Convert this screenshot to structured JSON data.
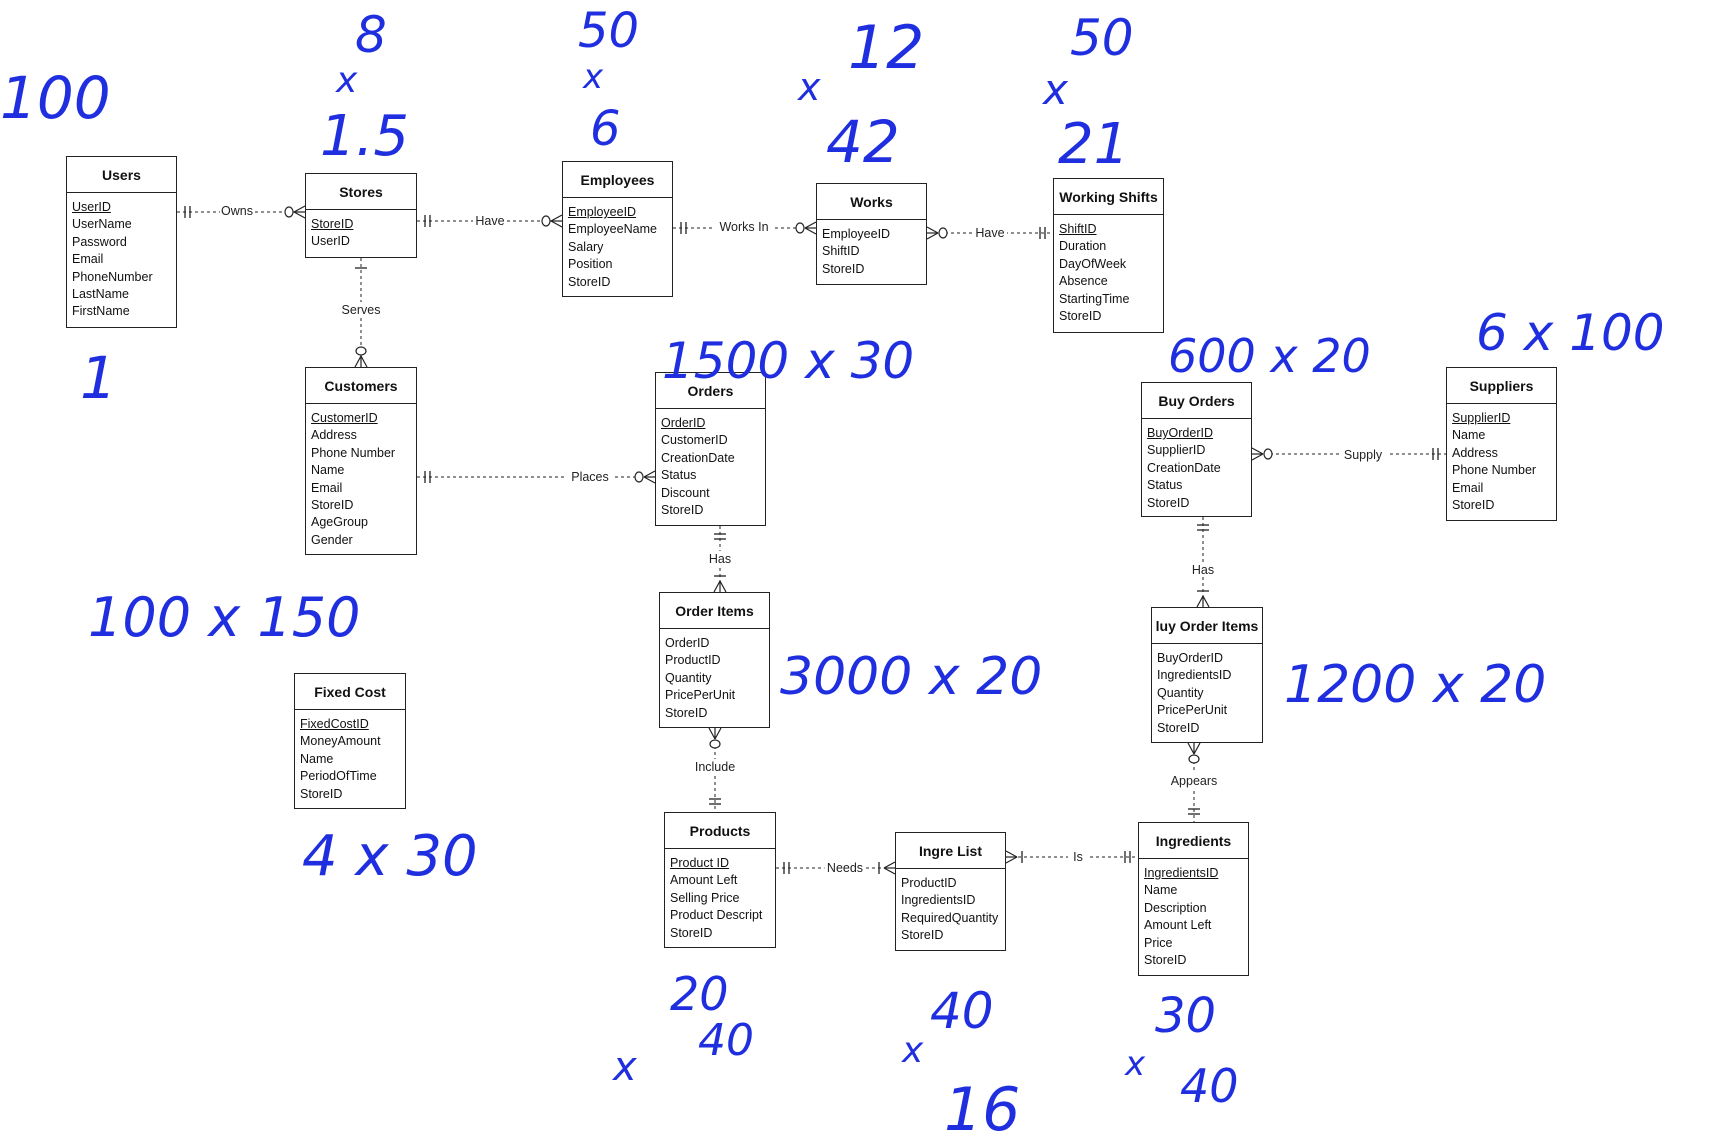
{
  "entities": [
    {
      "id": "users",
      "title": "Users",
      "attrs": [
        "UserID",
        "UserName",
        "Password",
        "Email",
        "PhoneNumber",
        "LastName",
        "FirstName"
      ],
      "pk": [
        0
      ]
    },
    {
      "id": "stores",
      "title": "Stores",
      "attrs": [
        "StoreID",
        "UserID"
      ],
      "pk": [
        0
      ]
    },
    {
      "id": "employees",
      "title": "Employees",
      "attrs": [
        "EmployeeID",
        "EmployeeName",
        "Salary",
        "Position",
        "StoreID"
      ],
      "pk": [
        0
      ]
    },
    {
      "id": "works",
      "title": "Works",
      "attrs": [
        "EmployeeID",
        "ShiftID",
        "StoreID"
      ],
      "pk": []
    },
    {
      "id": "working-shifts",
      "title": "Working Shifts",
      "attrs": [
        "ShiftID",
        "Duration",
        "DayOfWeek",
        "Absence",
        "StartingTime",
        "StoreID"
      ],
      "pk": [
        0
      ]
    },
    {
      "id": "customers",
      "title": "Customers",
      "attrs": [
        "CustomerID",
        "Address",
        "Phone Number",
        "Name",
        "Email",
        "StoreID",
        "AgeGroup",
        "Gender"
      ],
      "pk": [
        0
      ]
    },
    {
      "id": "orders",
      "title": "Orders",
      "attrs": [
        "OrderID",
        "CustomerID",
        "CreationDate",
        "Status",
        "Discount",
        "StoreID"
      ],
      "pk": [
        0
      ]
    },
    {
      "id": "buy-orders",
      "title": "Buy Orders",
      "attrs": [
        "BuyOrderID",
        "SupplierID",
        "CreationDate",
        "Status",
        "StoreID"
      ],
      "pk": [
        0
      ]
    },
    {
      "id": "suppliers",
      "title": "Suppliers",
      "attrs": [
        "SupplierID",
        "Name",
        "Address",
        "Phone Number",
        "Email",
        "StoreID"
      ],
      "pk": [
        0
      ]
    },
    {
      "id": "order-items",
      "title": "Order Items",
      "attrs": [
        "OrderID",
        "ProductID",
        "Quantity",
        "PricePerUnit",
        "StoreID"
      ],
      "pk": []
    },
    {
      "id": "buy-order-items",
      "title": "luy Order Items",
      "attrs": [
        "BuyOrderID",
        "IngredientsID",
        "Quantity",
        "PricePerUnit",
        "StoreID"
      ],
      "pk": []
    },
    {
      "id": "fixed-cost",
      "title": "Fixed Cost",
      "attrs": [
        "FixedCostID",
        "MoneyAmount",
        "Name",
        "PeriodOfTime",
        "StoreID"
      ],
      "pk": [
        0
      ]
    },
    {
      "id": "products",
      "title": "Products",
      "attrs": [
        "Product ID",
        "Amount Left",
        "Selling Price",
        "Product Descript",
        "StoreID"
      ],
      "pk": [
        0
      ]
    },
    {
      "id": "ingre-list",
      "title": "Ingre List",
      "attrs": [
        "ProductID",
        "IngredientsID",
        "RequiredQuantity",
        "StoreID"
      ],
      "pk": []
    },
    {
      "id": "ingredients",
      "title": "Ingredients",
      "attrs": [
        "IngredientsID",
        "Name",
        "Description",
        "Amount Left",
        "Price",
        "StoreID"
      ],
      "pk": [
        0
      ]
    }
  ],
  "relationships": [
    {
      "id": "owns",
      "label": "Owns"
    },
    {
      "id": "have-stores-employees",
      "label": "Have"
    },
    {
      "id": "works-in",
      "label": "Works In"
    },
    {
      "id": "have-works-shifts",
      "label": "Have"
    },
    {
      "id": "serves",
      "label": "Serves"
    },
    {
      "id": "places",
      "label": "Places"
    },
    {
      "id": "supply",
      "label": "Supply"
    },
    {
      "id": "has-orders",
      "label": "Has"
    },
    {
      "id": "has-buy-orders",
      "label": "Has"
    },
    {
      "id": "include",
      "label": "Include"
    },
    {
      "id": "appears",
      "label": "Appears"
    },
    {
      "id": "needs",
      "label": "Needs"
    },
    {
      "id": "is",
      "label": "Is"
    }
  ],
  "annotations": [
    {
      "id": "users-rows",
      "text": "100"
    },
    {
      "id": "users-cols",
      "text": "1"
    },
    {
      "id": "stores-top",
      "text": "8"
    },
    {
      "id": "stores-x",
      "text": "x"
    },
    {
      "id": "stores-val",
      "text": "1.5"
    },
    {
      "id": "employees-top",
      "text": "50"
    },
    {
      "id": "employees-x",
      "text": "x"
    },
    {
      "id": "employees-val",
      "text": "6"
    },
    {
      "id": "works-x",
      "text": "x"
    },
    {
      "id": "works-top",
      "text": "12"
    },
    {
      "id": "works-val",
      "text": "42"
    },
    {
      "id": "shifts-x",
      "text": "x"
    },
    {
      "id": "shifts-top",
      "text": "50"
    },
    {
      "id": "shifts-val",
      "text": "21"
    },
    {
      "id": "customers-size",
      "text": "100 x 150"
    },
    {
      "id": "orders-size",
      "text": "1500 x 30"
    },
    {
      "id": "buy-orders-size",
      "text": "600 x 20"
    },
    {
      "id": "suppliers-size",
      "text": "6 x 100"
    },
    {
      "id": "order-items-size",
      "text": "3000 x 20"
    },
    {
      "id": "buy-order-items-size",
      "text": "1200 x 20"
    },
    {
      "id": "fixed-cost-size",
      "text": "4 x 30"
    },
    {
      "id": "products-top",
      "text": "20"
    },
    {
      "id": "products-x",
      "text": "x"
    },
    {
      "id": "products-bottom",
      "text": "40"
    },
    {
      "id": "ingre-list-top",
      "text": "40"
    },
    {
      "id": "ingre-list-x",
      "text": "x"
    },
    {
      "id": "ingre-list-bottom",
      "text": "16"
    },
    {
      "id": "ingredients-top",
      "text": "30"
    },
    {
      "id": "ingredients-x",
      "text": "x"
    },
    {
      "id": "ingredients-bottom",
      "text": "40"
    }
  ],
  "colors": {
    "ink": "#1f2fe0",
    "line": "#222222"
  }
}
